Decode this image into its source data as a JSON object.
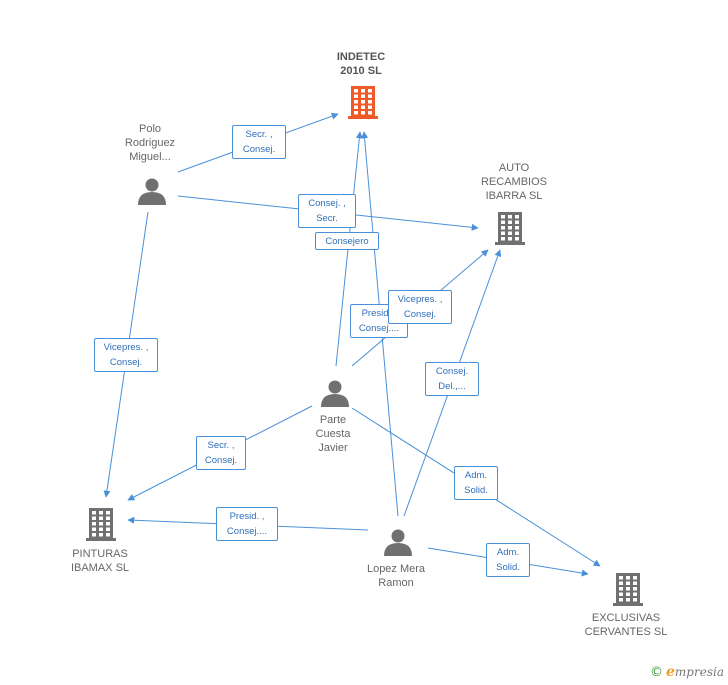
{
  "nodes": {
    "indetec": {
      "type": "company",
      "label": "INDETEC 2010 SL",
      "lines": [
        "INDETEC",
        "2010 SL"
      ],
      "color": "#f05a28"
    },
    "auto_recambios": {
      "type": "company",
      "label": "AUTO RECAMBIOS IBARRA SL",
      "lines": [
        "AUTO",
        "RECAMBIOS",
        "IBARRA SL"
      ],
      "color": "#707070"
    },
    "pinturas": {
      "type": "company",
      "label": "PINTURAS IBAMAX SL",
      "lines": [
        "PINTURAS",
        "IBAMAX SL"
      ],
      "color": "#707070"
    },
    "exclusivas": {
      "type": "company",
      "label": "EXCLUSIVAS CERVANTES SL",
      "lines": [
        "EXCLUSIVAS",
        "CERVANTES SL"
      ],
      "color": "#707070"
    },
    "polo": {
      "type": "person",
      "label": "Polo Rodriguez Miguel...",
      "lines": [
        "Polo",
        "Rodriguez",
        "Miguel..."
      ],
      "color": "#707070"
    },
    "parte": {
      "type": "person",
      "label": "Parte Cuesta Javier",
      "lines": [
        "Parte",
        "Cuesta",
        "Javier"
      ],
      "color": "#707070"
    },
    "lopez": {
      "type": "person",
      "label": "Lopez Mera Ramon",
      "lines": [
        "Lopez Mera",
        "Ramon"
      ],
      "color": "#707070"
    }
  },
  "edges": [
    {
      "from": "polo",
      "to": "indetec",
      "lines": [
        "Secr. ,",
        "Consej."
      ]
    },
    {
      "from": "polo",
      "to": "auto_recambios",
      "lines": [
        "Consej. ,",
        "Secr."
      ]
    },
    {
      "from": "polo",
      "to": "pinturas",
      "lines": [
        "Vicepres. ,",
        "Consej."
      ]
    },
    {
      "from": "parte",
      "to": "indetec",
      "lines": [
        "Consejero"
      ]
    },
    {
      "from": "lopez",
      "to": "indetec",
      "lines": [
        "Presid. ,",
        "Consej...."
      ]
    },
    {
      "from": "parte",
      "to": "auto_recambios",
      "lines": [
        "Vicepres. ,",
        "Consej."
      ]
    },
    {
      "from": "lopez",
      "to": "auto_recambios",
      "lines": [
        "Consej.",
        "Del.,..."
      ]
    },
    {
      "from": "parte",
      "to": "pinturas",
      "lines": [
        "Secr. ,",
        "Consej."
      ]
    },
    {
      "from": "parte",
      "to": "exclusivas",
      "lines": [
        "Adm.",
        "Solid."
      ]
    },
    {
      "from": "lopez",
      "to": "pinturas",
      "lines": [
        "Presid. ,",
        "Consej...."
      ]
    },
    {
      "from": "lopez",
      "to": "exclusivas",
      "lines": [
        "Adm.",
        "Solid."
      ]
    }
  ],
  "colors": {
    "edge": "#4a90d9",
    "edge_text": "#2f6fba",
    "accent": "#f05a28",
    "icon": "#707070"
  },
  "brand": {
    "copyright": "©",
    "initial": "e",
    "name": "mpresia"
  }
}
